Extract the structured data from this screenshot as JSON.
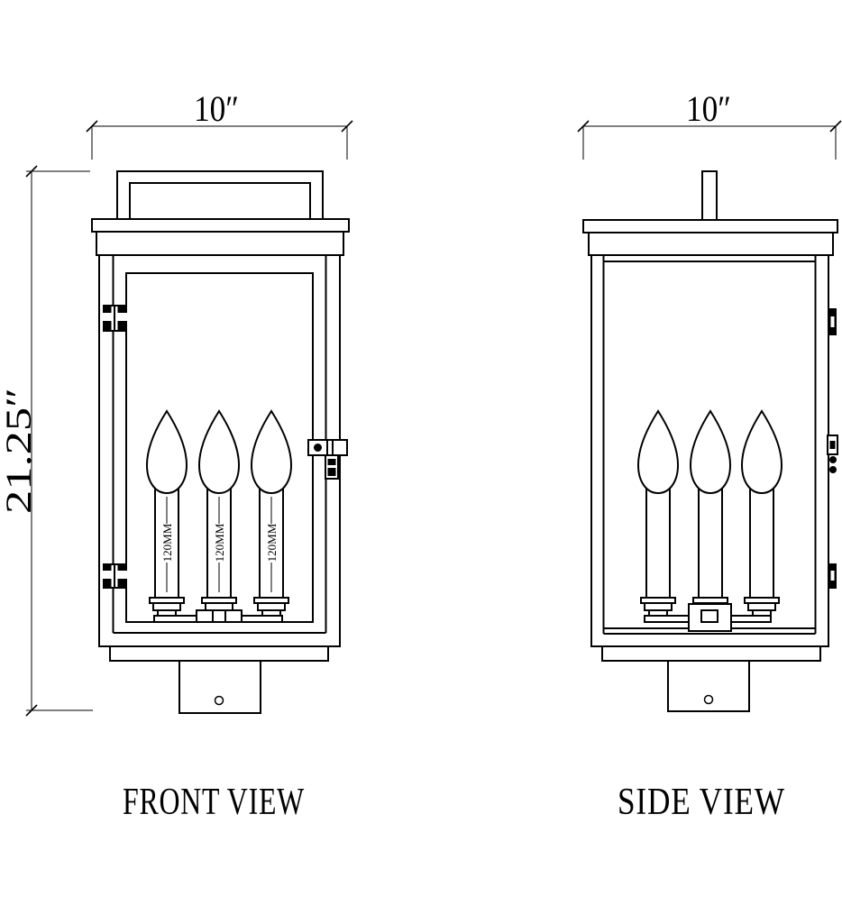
{
  "drawing": {
    "front": {
      "label": "FRONT VIEW",
      "width_dim": "10″"
    },
    "side": {
      "label": "SIDE VIEW",
      "width_dim": "10″"
    },
    "height_dim": "21.25″",
    "candle_dim": "120MM"
  },
  "colors": {
    "line": "#000000",
    "background": "#ffffff"
  }
}
